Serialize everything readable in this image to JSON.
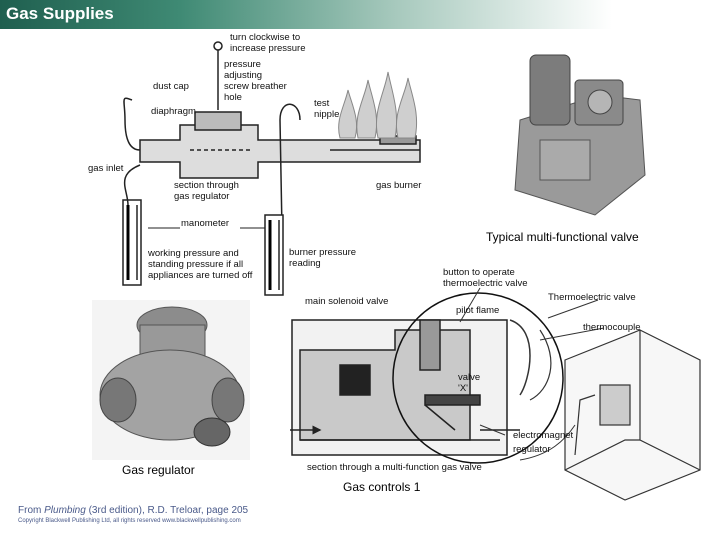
{
  "title": "Gas Supplies",
  "regulator_diagram": {
    "turn_clockwise": "turn clockwise to\nincrease pressure",
    "pressure_screw": "pressure\nadjusting\nscrew breather\nhole",
    "dust_cap": "dust cap",
    "diaphragm": "diaphragm",
    "test_nipple": "test\nnipple",
    "gas_inlet": "gas inlet",
    "section_regulator": "section through\ngas regulator",
    "gas_burner": "gas burner",
    "manometer": "manometer",
    "working_pressure": "working pressure and\nstanding pressure if all\nappliances are turned off",
    "burner_pressure": "burner pressure\nreading"
  },
  "valve_photo_caption": "Typical multi-functional valve",
  "regulator_photo_caption": "Gas regulator",
  "multifunction_diagram": {
    "button_operate": "button to operate\nthermoelectric valve",
    "thermoelectric_valve": "Thermoelectric valve",
    "main_solenoid": "main solenoid valve",
    "pilot_flame": "pilot flame",
    "thermocouple": "thermocouple",
    "valve_x": "valve\n'X'",
    "electromagnet": "electromagnet",
    "regulator": "regulator",
    "section_multifunction": "section through a multi-function gas valve"
  },
  "slide_caption": "Gas controls 1",
  "footer": {
    "source_prefix": "From ",
    "source_book": "Plumbing",
    "source_rest": " (3rd edition), R.D. Treloar, page 205",
    "copyright": "Copyright Blackwell Publishing Ltd, all rights reserved  www.blackwellpublishing.com"
  }
}
